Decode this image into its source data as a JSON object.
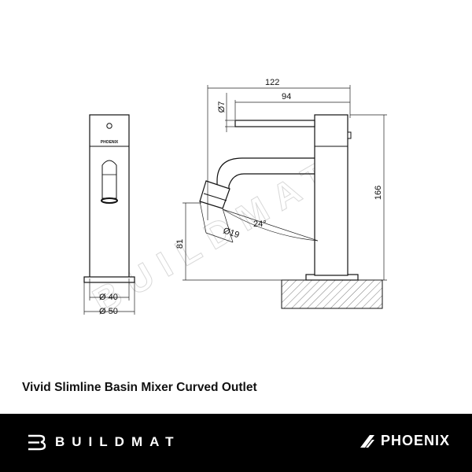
{
  "product_title": "Vivid Slimline Basin Mixer Curved Outlet",
  "watermark": "BUILDMAT",
  "brands": {
    "left": "BUILDMAT",
    "right": "PHOENIX"
  },
  "front_view": {
    "handle_label": "PHOENIX",
    "dims": [
      "Ø 40",
      "Ø 50"
    ]
  },
  "side_view": {
    "dims": {
      "overall_length": "122",
      "spout_length": "94",
      "handle_dia": "Ø7",
      "height": "166",
      "outlet_height": "81",
      "outlet_dia": "Ø19",
      "angle": "24°"
    }
  },
  "colors": {
    "footer_bg": "#000000",
    "line": "#111111",
    "watermark": "#d8d8d8"
  }
}
